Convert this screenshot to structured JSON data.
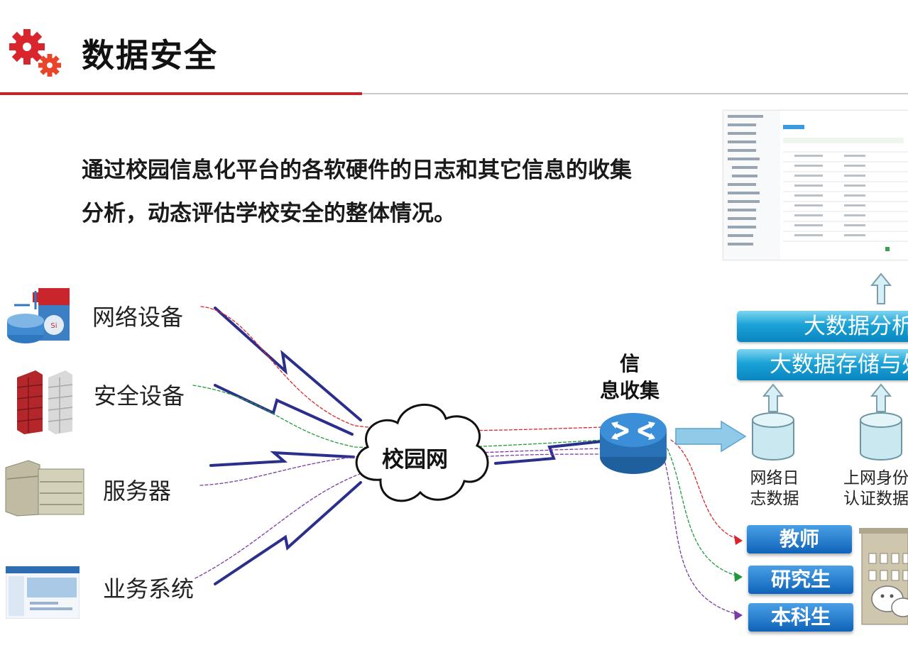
{
  "header": {
    "title": "数据安全",
    "icon": "gears-icon"
  },
  "description": "通过校园信息化平台的各软硬件的日志和其它信息的收集分析，动态评估学校安全的整体情况。",
  "sources": [
    {
      "label": "网络设备",
      "icon": "network-device-icon"
    },
    {
      "label": "安全设备",
      "icon": "firewall-icon"
    },
    {
      "label": "服务器",
      "icon": "server-icon"
    },
    {
      "label": "业务系统",
      "icon": "business-system-icon"
    }
  ],
  "cloud": {
    "label": "校园网"
  },
  "collector": {
    "line1": "信",
    "line2": "息收集",
    "icon": "router-icon"
  },
  "bigdata": {
    "analysis": "大数据分析",
    "storage": "大数据存储与处理"
  },
  "databases": [
    {
      "line1": "网络日",
      "line2": "志数据"
    },
    {
      "line1": "上网身份",
      "line2": "认证数据"
    }
  ],
  "user_groups": [
    "教师",
    "研究生",
    "本科生"
  ],
  "colors": {
    "accent": "#c0272d",
    "bigdata": "#1aa2d6",
    "button": "#0f63b9",
    "lightning": "#2b2f8c"
  }
}
